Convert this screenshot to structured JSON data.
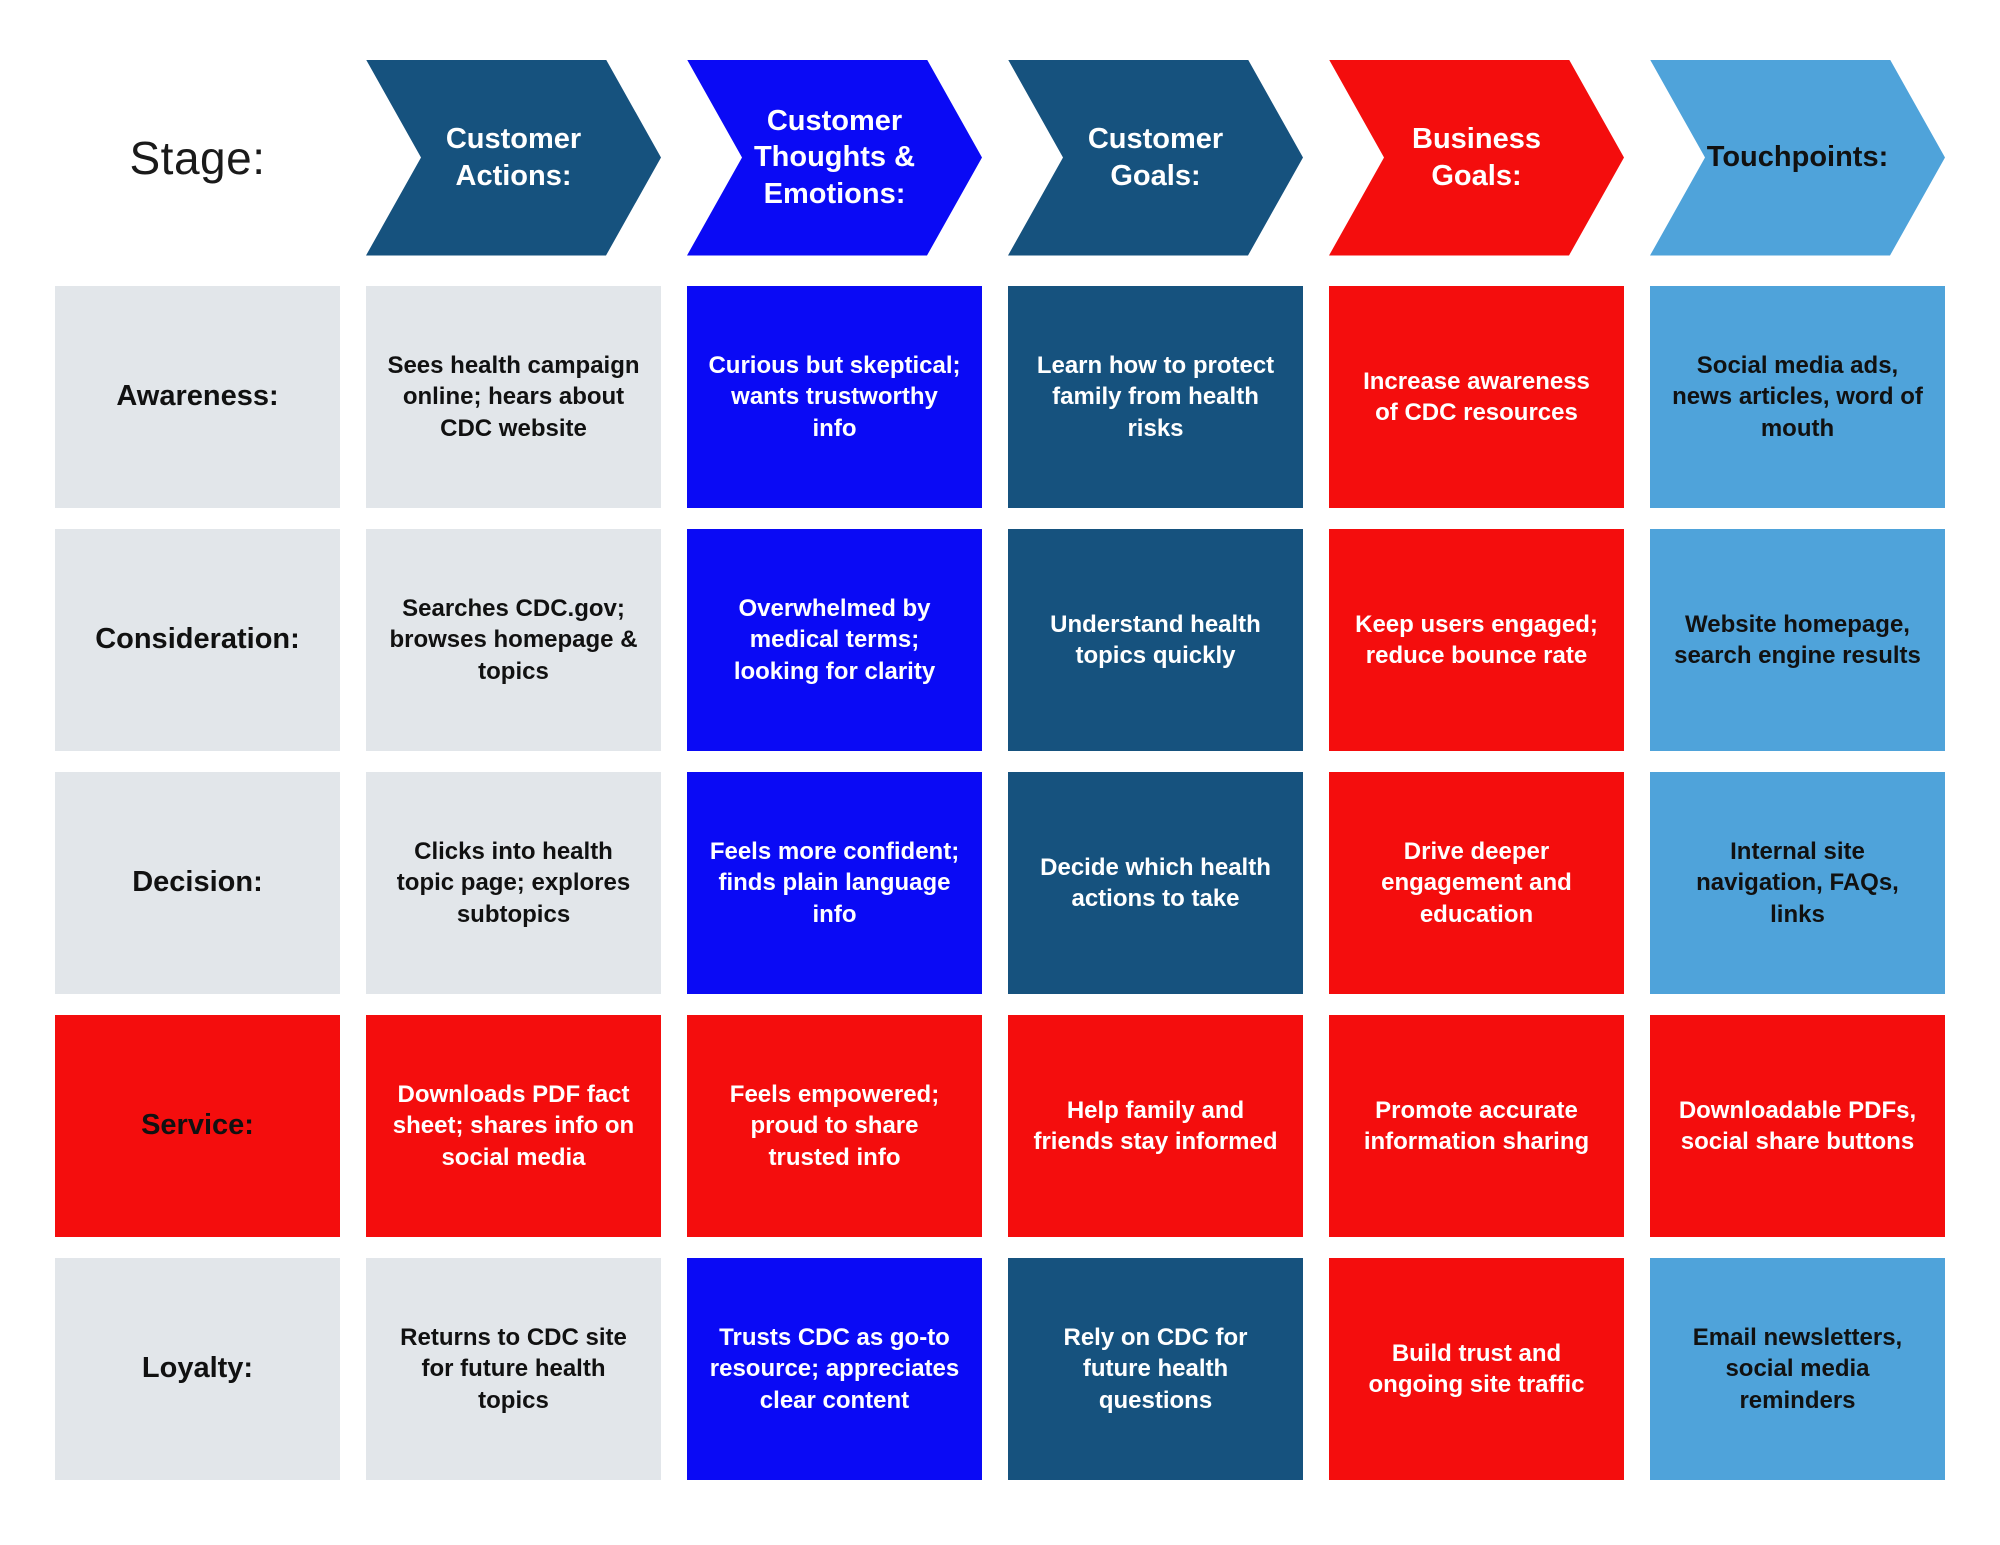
{
  "palette": {
    "navy": "#16527E",
    "blue": "#0A0AF5",
    "red": "#F40D0D",
    "lightblue": "#4FA3DA",
    "gray": "#E2E6EA",
    "text_dark": "#111111",
    "text_light": "#FFFFFF"
  },
  "stage_label": "Stage:",
  "columns": [
    {
      "label": "Customer Actions:",
      "color": "#16527E"
    },
    {
      "label": "Customer Thoughts & Emotions:",
      "color": "#0A0AF5"
    },
    {
      "label": "Customer Goals:",
      "color": "#16527E"
    },
    {
      "label": "Business Goals:",
      "color": "#F40D0D"
    },
    {
      "label": "Touchpoints:",
      "color": "#4FA3DA"
    }
  ],
  "rows": [
    {
      "label": "Awareness:",
      "customer_actions": "Sees health campaign online; hears about CDC website",
      "thoughts_emotions": "Curious but skeptical; wants trustworthy info",
      "customer_goals": "Learn how to protect family from health risks",
      "business_goals": "Increase awareness of CDC resources",
      "touchpoints": "Social media ads, news articles, word of mouth"
    },
    {
      "label": "Consideration:",
      "customer_actions": "Searches CDC.gov; browses homepage & topics",
      "thoughts_emotions": "Overwhelmed by medical terms; looking for clarity",
      "customer_goals": "Understand health topics quickly",
      "business_goals": "Keep users engaged; reduce bounce rate",
      "touchpoints": "Website homepage, search engine results"
    },
    {
      "label": "Decision:",
      "customer_actions": "Clicks into health topic page; explores subtopics",
      "thoughts_emotions": "Feels more confident; finds plain language info",
      "customer_goals": "Decide which health actions to take",
      "business_goals": "Drive deeper engagement and education",
      "touchpoints": "Internal site navigation, FAQs, links"
    },
    {
      "label": "Service:",
      "customer_actions": "Downloads PDF fact sheet; shares info on social media",
      "thoughts_emotions": "Feels empowered; proud to share trusted info",
      "customer_goals": "Help family and friends stay informed",
      "business_goals": "Promote accurate information sharing",
      "touchpoints": "Downloadable PDFs, social share buttons"
    },
    {
      "label": "Loyalty:",
      "customer_actions": "Returns to CDC site for future health topics",
      "thoughts_emotions": "Trusts CDC as go-to resource; appreciates clear content",
      "customer_goals": "Rely on CDC for future health questions",
      "business_goals": "Build trust and ongoing site traffic",
      "touchpoints": "Email newsletters, social media reminders"
    }
  ]
}
